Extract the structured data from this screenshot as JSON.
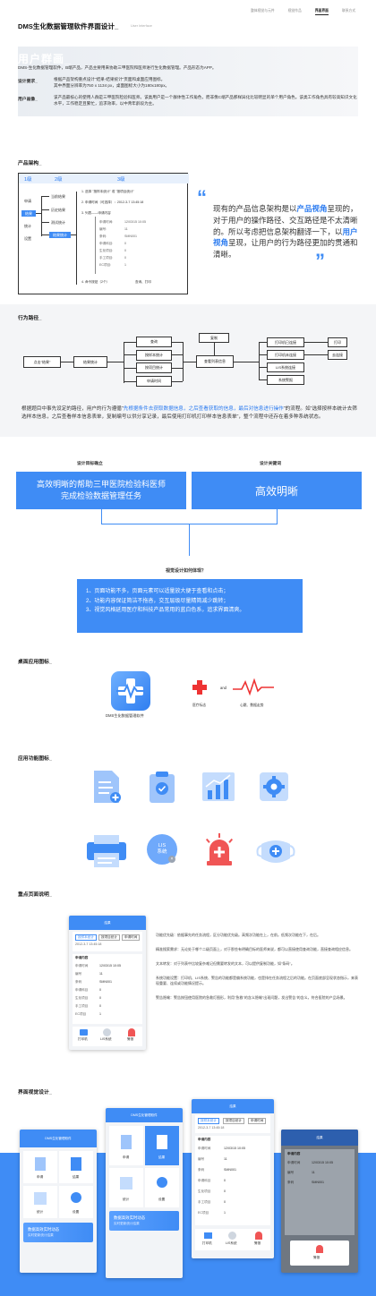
{
  "nav": {
    "items": [
      "整体视觉与元件",
      "视觉作品",
      "界面界面",
      "联系方式"
    ],
    "active": 2
  },
  "header": {
    "title": "DMS生化数据管理软件界面设计_",
    "subtitle": "User Interface"
  },
  "section1": {
    "watermark": "用户群画_",
    "intro": "DMS-生化数据管理软件，B端产品，产品主要用来协助三甲医院和医师进行生化数据管理。产品形态为APP。",
    "req_label": "设计要求_",
    "req_text": "根据产品架构重点设计\"结果-结果统计\"页面和桌面应用图标。\n其中界面分辨率为750 x 1134 px，桌面图标大小为180x180px。",
    "persona_label": "用户画像_",
    "persona_text": "该产品最核心的使用人群是三甲医院检验科医师。该类用户是一个群体性工作角色，而非像C端产品那样异化比较明显的单个用户角色。该类工作角色具有较高知识文化水平，工作稳定且繁忙，追求效率，以中青年龄段为主。"
  },
  "arch": {
    "label": "产品架构_",
    "levels": [
      "1级",
      "2级",
      "3级"
    ],
    "l1": [
      "申请",
      "结果",
      "统计",
      "设置"
    ],
    "l2": [
      "当前结果",
      "历史结果",
      "测试统计",
      "结果统计"
    ],
    "l3_items": [
      "1. 选择 \"按样本统计\" 或 \"按项目统计\"",
      "2. 申请时间（可选择）：2012-3-7  13:45:18",
      "3. 列表——申请内容"
    ],
    "detail_keys": [
      "申请时间:",
      "编号:",
      "条码:",
      "申请科目:",
      "生化项目:",
      "手工项目:",
      "EC项目:"
    ],
    "detail_vals": [
      "12/03/15  10:05",
      "11",
      "SMN001",
      "0",
      "0",
      "0",
      "1"
    ],
    "l3_last": "4. 命令按钮（2个）",
    "l3_last_vals": "查询、打印",
    "quote": "现有的产品信息架构是以产品视角呈现的，对于用户的操作路径、交互路径是不太清晰的。所以考虑把信息架构翻译一下，以用户视角呈现，让用户的行为路径更加的贯通和清晰。",
    "quote_hl1": "产品视角",
    "quote_hl2": "用户视角"
  },
  "flow": {
    "label": "行为路径_",
    "start": "点击\"结果\"",
    "s2": "结果统计",
    "branch": [
      "查询",
      "按样本统计",
      "按项目统计",
      "申请时间"
    ],
    "view": "查看列表信息",
    "copy": "复制",
    "print_opts": [
      "打印机已连接",
      "打印机未连接",
      "LIS系统连接",
      "系统警报"
    ],
    "print": "打印",
    "connect": "去连接",
    "desc": "根据题目中事先设定的路径，用户的行为遵循\"先根据条件去获取数据信息，之后查看获取的信息，最后对信息进行操作\"的流程。如\"选择按样本统计去筛选样本信息，之后查看样本信息表单，复制编号以供分享记录，最后使用打印机打印样本信息表单\"，整个流程中还存在着多种系统状态。",
    "desc_hl": "先根据条件去获取数据信息，之后查看获取的信息，最后对信息进行操作"
  },
  "goals": {
    "left_title": "设计目标确立",
    "right_title": "设计关键词",
    "left_text": "高效明晰的帮助三甲医院检验科医师\n完成检验数据管理任务",
    "right_text": "高效明晰",
    "question": "视觉设计如何体现？",
    "points": [
      "1、页面功能不多，页面元素可以适量放大便于查看和点击；",
      "2、功能内容保证简洁不拖沓，交互层级尽量精简减少跳转；",
      "3、视觉风格延用医疗和科技产品常用的蓝白色系，追求界面清爽。"
    ]
  },
  "desktop_icon": {
    "label": "桌面应用图标_",
    "app_name": "DMS生化数据管理软件",
    "and": "and",
    "cap1": "医疗标志",
    "cap2": "心跳、数据走势"
  },
  "func_icons": {
    "label": "应用功能图标_",
    "lis": "LIS\n系统"
  },
  "key_pages": {
    "label": "重点页面说明_",
    "notes": [
      "功能优先级：依据事先的任务流程，区分功能优先级。高频次功能在上，在前。低频次功能在下，在后。",
      "精准搜索需求：无论处于哪个二级页面上，对于那些有明确目标的医师来说，都可以直接使用查询功能，直接查询相应信息。",
      "文本转发：对于列表中比较复杂难记但需要转发的文本，可以提供复制功能，如\"条码\"。",
      "系统功能设置：打印机、LIS系统、警告的功能都是偏系统功能，也是排在任务流程之后的功能。在页面底部呈现状态指示，来表现重要、连续或功能情况提示。",
      "警告隐喻：警告按钮使用医院的急救灯图形，利用\"急救\"的含义隐喻\"出现问题，发出警告\"的含义，符合医院的产品场景。"
    ]
  },
  "phone": {
    "title": "结果",
    "home_title": "DMS生化管理软件",
    "tabs": [
      "按样本统计",
      "按项目统计",
      "申请时间"
    ],
    "date": "2012-3-7  13:45:18",
    "list_head": "申请内容",
    "rows": [
      [
        "申请时间",
        "12/03/15 10:05"
      ],
      [
        "编号",
        "11"
      ],
      [
        "条码",
        "SMN001"
      ],
      [
        "申请科目",
        "0"
      ],
      [
        "生化项目",
        "0"
      ],
      [
        "手工项目",
        "0"
      ],
      [
        "EC项目",
        "1"
      ]
    ],
    "bottom": [
      "打印机",
      "LIS系统",
      "警报"
    ],
    "home_tiles": [
      "申请",
      "结果",
      "统计",
      "设置"
    ],
    "banner": "数据高效实时动态",
    "banner_sub": "实时更新统计结果"
  },
  "visual": {
    "label": "界面视觉设计_"
  }
}
